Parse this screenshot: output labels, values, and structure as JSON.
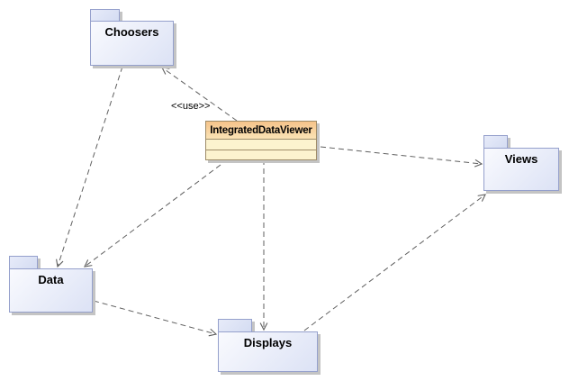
{
  "diagram": {
    "type": "uml-package-dependency-diagram",
    "packages": [
      {
        "id": "choosers",
        "label": "Choosers"
      },
      {
        "id": "views",
        "label": "Views"
      },
      {
        "id": "data",
        "label": "Data"
      },
      {
        "id": "displays",
        "label": "Displays"
      }
    ],
    "classes": [
      {
        "id": "integrated-data-viewer",
        "label": "IntegratedDataViewer",
        "compartments": [
          "",
          ""
        ]
      }
    ],
    "dependencies": [
      {
        "from": "IntegratedDataViewer",
        "to": "Choosers",
        "stereotype": "<<use>>",
        "style": "dashed-open-arrow"
      },
      {
        "from": "Choosers",
        "to": "Data",
        "style": "dashed-open-arrow"
      },
      {
        "from": "IntegratedDataViewer",
        "to": "Data",
        "style": "dashed-open-arrow"
      },
      {
        "from": "IntegratedDataViewer",
        "to": "Displays",
        "style": "dashed-open-arrow"
      },
      {
        "from": "IntegratedDataViewer",
        "to": "Views",
        "style": "dashed-open-arrow"
      },
      {
        "from": "Data",
        "to": "Displays",
        "style": "dashed-open-arrow"
      },
      {
        "from": "Displays",
        "to": "Views",
        "style": "dashed-open-arrow"
      }
    ]
  },
  "colors": {
    "canvas_bg": "#ffffff",
    "package_border": "#95a0cc",
    "package_fill_start": "#f9fafe",
    "package_fill_end": "#dce2f5",
    "package_tab_start": "#e7ebf9",
    "package_tab_end": "#d4dcf2",
    "class_border": "#9e8c68",
    "class_title_start": "#f5c38a",
    "class_title_end": "#fae3b6",
    "class_body_fill": "#fcf3cf",
    "edge_color": "#5f5f5f",
    "shadow_color": "#c4c4c4",
    "text_color": "#000000"
  }
}
